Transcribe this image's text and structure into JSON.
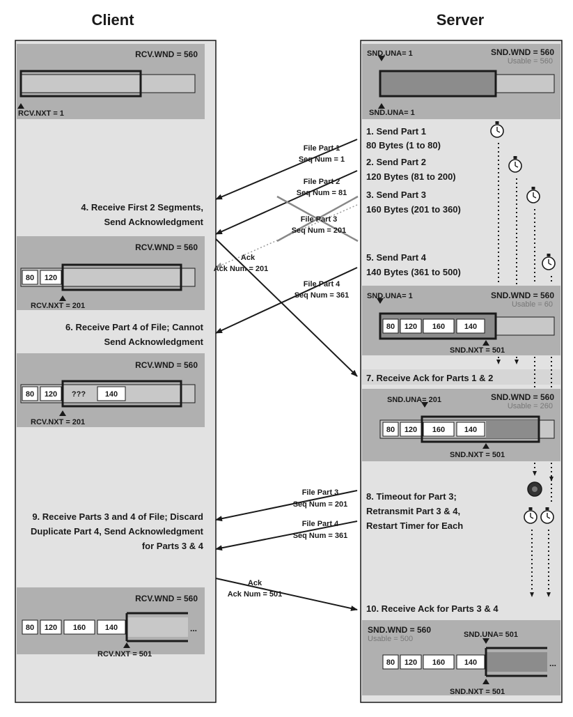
{
  "headers": {
    "client": "Client",
    "server": "Server"
  },
  "client_boxes": {
    "b1": {
      "wnd": "RCV.WND = 560",
      "nxt": "RCV.NXT = 1"
    },
    "b2": {
      "wnd": "RCV.WND = 560",
      "nxt": "RCV.NXT = 201",
      "segs": [
        "80",
        "120"
      ]
    },
    "b3": {
      "wnd": "RCV.WND = 560",
      "nxt": "RCV.NXT = 201",
      "segs": [
        "80",
        "120",
        "???",
        "140"
      ]
    },
    "b4": {
      "wnd": "RCV.WND = 560",
      "nxt": "RCV.NXT = 501",
      "segs": [
        "80",
        "120",
        "160",
        "140"
      ],
      "ellipsis": "..."
    }
  },
  "server_boxes": {
    "b1": {
      "una_top": "SND.UNA= 1",
      "wnd": "SND.WND = 560",
      "usable": "Usable = 560",
      "una_bottom": "SND.UNA= 1"
    },
    "b2": {
      "una": "SND.UNA= 1",
      "wnd": "SND.WND = 560",
      "usable": "Usable = 60",
      "nxt": "SND.NXT = 501",
      "segs": [
        "80",
        "120",
        "160",
        "140"
      ]
    },
    "b3": {
      "una": "SND.UNA= 201",
      "wnd": "SND.WND = 560",
      "usable": "Usable = 260",
      "nxt": "SND.NXT = 501",
      "segs": [
        "80",
        "120",
        "160",
        "140"
      ]
    },
    "b4": {
      "wnd": "SND.WND = 560",
      "usable": "Usable = 500",
      "una": "SND.UNA= 501",
      "nxt": "SND.NXT = 501",
      "segs": [
        "80",
        "120",
        "160",
        "140"
      ],
      "ellipsis": "..."
    }
  },
  "client_steps": {
    "s4": [
      "4. Receive First 2 Segments,",
      "Send Acknowledgment"
    ],
    "s6": [
      "6. Receive Part 4 of File; Cannot",
      "Send Acknowledgment"
    ],
    "s9": [
      "9. Receive Parts 3 and 4 of File; Discard",
      "Duplicate Part 4, Send Acknowledgment",
      "for Parts 3 & 4"
    ]
  },
  "server_steps": {
    "s1": [
      "1. Send Part 1",
      "80 Bytes (1 to 80)"
    ],
    "s2": [
      "2. Send Part 2",
      "120 Bytes (81 to 200)"
    ],
    "s3": [
      "3. Send Part 3",
      "160 Bytes (201 to 360)"
    ],
    "s5": [
      "5. Send Part 4",
      "140 Bytes (361 to 500)"
    ],
    "s7": [
      "7. Receive Ack for Parts 1 & 2"
    ],
    "s8": [
      "8. Timeout for Part 3;",
      "Retransmit Part 3 & 4,",
      "Restart Timer for Each"
    ],
    "s10": [
      "10. Receive Ack for Parts 3 & 4"
    ]
  },
  "messages": {
    "m1": [
      "File Part 1",
      "Seq Num = 1"
    ],
    "m2": [
      "File Part 2",
      "Seq Num = 81"
    ],
    "m3": [
      "File Part 3",
      "Seq Num = 201"
    ],
    "m4": [
      "File Part 4",
      "Seq Num = 361"
    ],
    "m5": [
      "Ack",
      "Ack Num = 201"
    ],
    "m6": [
      "File Part 3",
      "Seq Num = 201"
    ],
    "m7": [
      "File Part 4",
      "Seq Num = 361"
    ],
    "m8": [
      "Ack",
      "Ack Num = 501"
    ]
  },
  "colors": {
    "panel": "#e2e2e2",
    "box": "#b0b0b0",
    "buffer": "#c8c8c8",
    "sent": "#8c8c8c",
    "ink": "#1a1a1a",
    "lost": "#999999"
  }
}
